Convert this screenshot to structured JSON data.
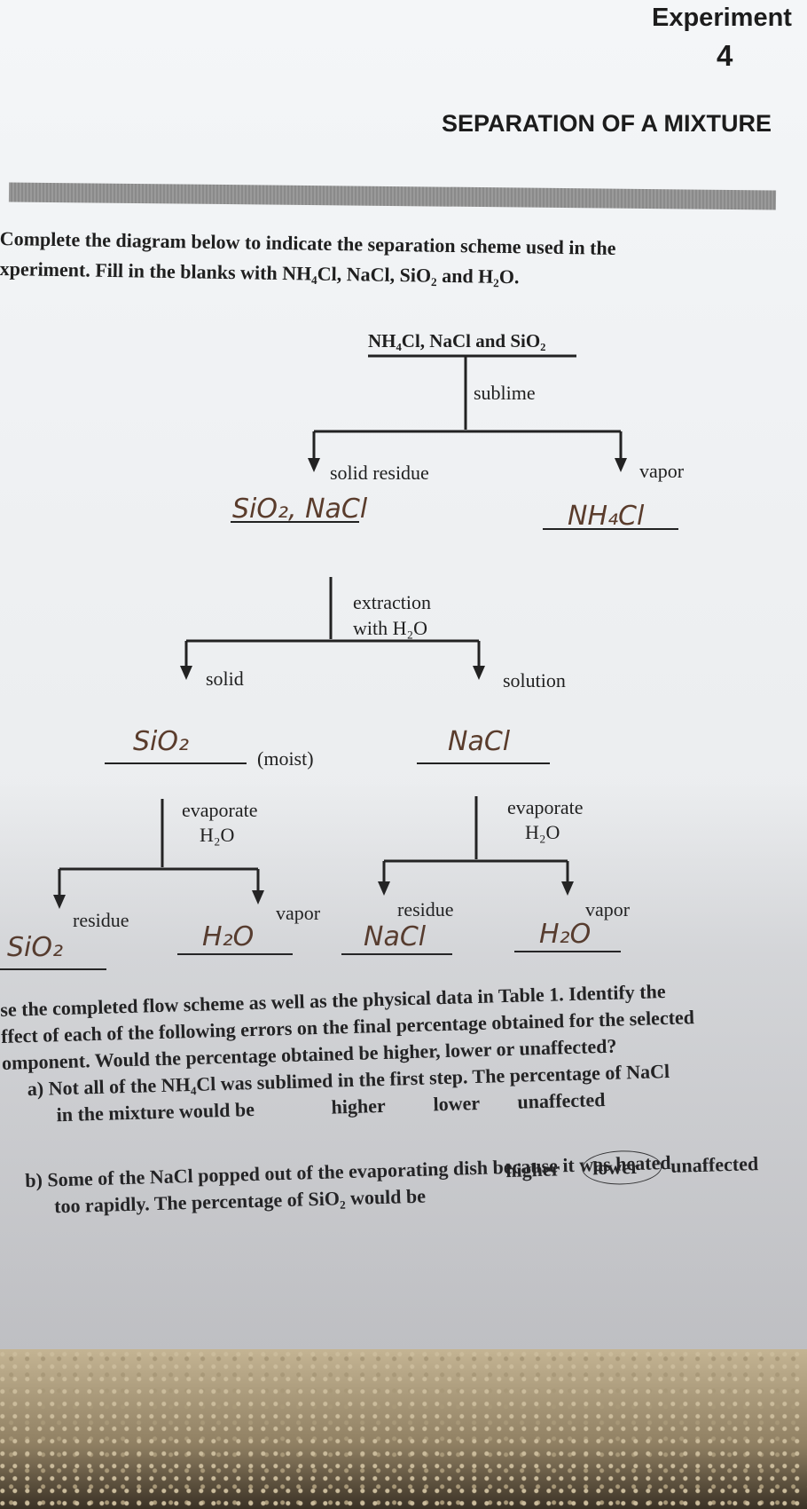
{
  "header": {
    "experiment_label": "Experiment",
    "experiment_number": "4",
    "title": "SEPARATION OF A MIXTURE"
  },
  "instructions": {
    "line1": "Complete the diagram below to indicate the separation scheme used in the",
    "line2": "xperiment.  Fill in the blanks with NH₄Cl, NaCl, SiO₂ and H₂O."
  },
  "diagram": {
    "top_label": "NH₄Cl, NaCl and SiO₂",
    "step1": "sublime",
    "left1": "solid residue",
    "right1": "vapor",
    "answer_left1": "SiO₂, NaCl",
    "answer_right1": "NH₄Cl",
    "step2_line1": "extraction",
    "step2_line2": "with H₂O",
    "left2": "solid",
    "right2": "solution",
    "answer_left2": "SiO₂",
    "moist": "(moist)",
    "answer_right2": "NaCl",
    "step3a_line1": "evaporate",
    "step3a_line2": "H₂O",
    "step3b_line1": "evaporate",
    "step3b_line2": "H₂O",
    "l3a": "residue",
    "l3b": "vapor",
    "l3c": "residue",
    "l3d": "vapor",
    "ans3a": "SiO₂",
    "ans3b": "H₂O",
    "ans3c": "NaCl",
    "ans3d": "H₂O"
  },
  "questions": {
    "intro1": "se the completed flow scheme as well as the physical data in Table 1.  Identify the",
    "intro2": "ffect of each of the following errors on the final percentage obtained for the selected",
    "intro3": "omponent. Would the percentage obtained be higher, lower or unaffected?",
    "qa_line1": "a)  Not all of the NH₄Cl was sublimed in the first step.  The percentage of NaCl",
    "qa_line2": "in the mixture would be",
    "qa_opt1": "higher",
    "qa_opt2": "lower",
    "qa_opt3": "unaffected",
    "qb_line1": "b)  Some of the NaCl popped out of the evaporating dish because it was heated",
    "qb_line2": "too rapidly.  The percentage of SiO₂ would be",
    "qb_opt1": "higher",
    "qb_opt2": "lower",
    "qb_opt3": "unaffected"
  }
}
